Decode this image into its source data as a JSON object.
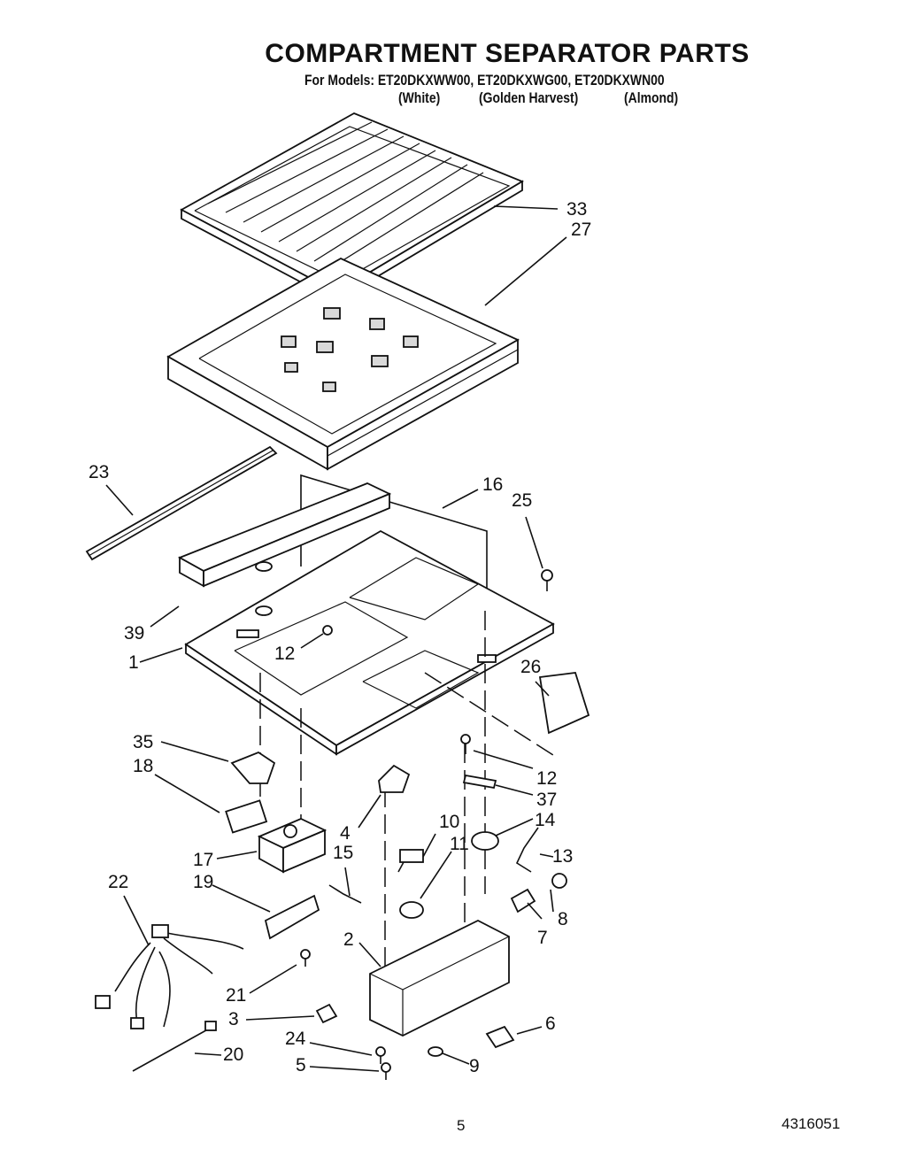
{
  "header": {
    "title": "COMPARTMENT SEPARATOR PARTS",
    "models_line": "For Models: ET20DKXWW00, ET20DKXWG00, ET20DKXWN00",
    "variants": [
      "(White)",
      "(Golden Harvest)",
      "(Almond)"
    ]
  },
  "callouts": {
    "c33": "33",
    "c27": "27",
    "c23": "23",
    "c16": "16",
    "c25": "25",
    "c39": "39",
    "c1": "1",
    "c12a": "12",
    "c26": "26",
    "c35": "35",
    "c18": "18",
    "c12b": "12",
    "c37": "37",
    "c4": "4",
    "c10": "10",
    "c14": "14",
    "c11": "11",
    "c15": "15",
    "c17": "17",
    "c13": "13",
    "c22": "22",
    "c19": "19",
    "c8": "8",
    "c7": "7",
    "c2": "2",
    "c21": "21",
    "c3": "3",
    "c6": "6",
    "c24": "24",
    "c20": "20",
    "c5": "5",
    "c9": "9"
  },
  "footer": {
    "page_number": "5",
    "document_number": "4316051"
  }
}
